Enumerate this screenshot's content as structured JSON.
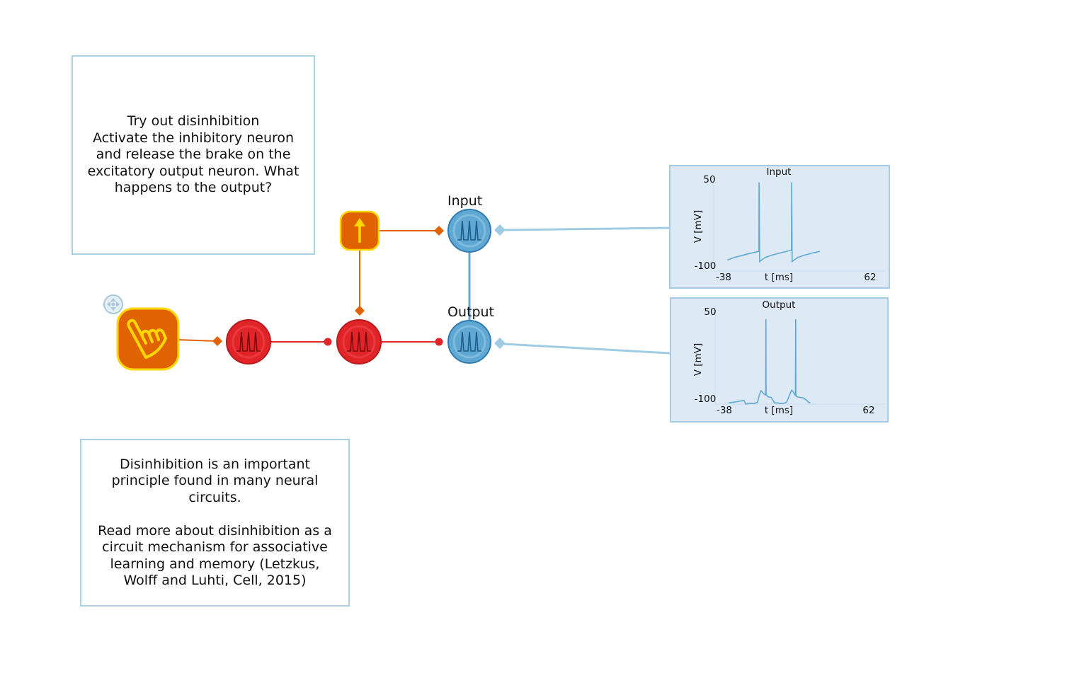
{
  "notes": {
    "top": "Try out disinhibition\nActivate the inhibitory neuron and release the brake on the excitatory output neuron. What happens to the output?",
    "bottom": "Disinhibition is an important principle found in many neural circuits.\n\nRead more about disinhibition as a circuit mechanism for associative learning and memory (Letzkus, Wolff and Luhti, Cell, 2015)"
  },
  "nodes": {
    "input_label": "Input",
    "output_label": "Output",
    "touch_icon": "pointing-hand-icon",
    "dc_icon": "up-arrow-icon",
    "move_icon": "move-handle-icon"
  },
  "colors": {
    "excitatory": "#5fa8d3",
    "inhibitory": "#e02428",
    "stimulus": "#e06200",
    "stimulus_border": "#ffd700",
    "plot_bg": "#ddeaf6",
    "trace": "#5fa8d3"
  },
  "chart_data": [
    {
      "type": "line",
      "title": "Input",
      "xlabel": "t [ms]",
      "ylabel": "V [mV]",
      "xlim": [
        -38,
        62
      ],
      "ylim": [
        -100,
        50
      ],
      "x_tick_labels": [
        "-38",
        "62"
      ],
      "y_tick_labels": [
        "50",
        "-100"
      ],
      "grid": false,
      "series": [
        {
          "x": [
            -30,
            -26,
            -22,
            -18,
            -15,
            -12,
            -11.6,
            -11.5,
            -11.2,
            -11,
            -8,
            -4,
            0,
            3,
            6,
            7.4,
            7.5,
            7.8,
            8,
            11,
            15,
            19,
            22,
            24
          ],
          "y": [
            -82,
            -78,
            -75,
            -72,
            -70,
            -68,
            -68,
            44,
            -85,
            -84,
            -78,
            -74,
            -71,
            -69,
            -67,
            -66,
            44,
            -85,
            -84,
            -78,
            -74,
            -71,
            -69,
            -68
          ]
        }
      ]
    },
    {
      "type": "line",
      "title": "Output",
      "xlabel": "t [ms]",
      "ylabel": "V [mV]",
      "xlim": [
        -38,
        62
      ],
      "ylim": [
        -100,
        50
      ],
      "x_tick_labels": [
        "-38",
        "62"
      ],
      "y_tick_labels": [
        "50",
        "-100"
      ],
      "grid": false,
      "series": [
        {
          "x": [
            -30,
            -25,
            -21,
            -20,
            -18,
            -15,
            -13,
            -12,
            -11,
            -10,
            -9,
            -8.2,
            -8.1,
            -8,
            -7,
            -5,
            -3,
            -1,
            0,
            2,
            4,
            6,
            7,
            8,
            9,
            9.3,
            9.4,
            9.5,
            10,
            12,
            14,
            16,
            17,
            18
          ],
          "y": [
            -98,
            -96,
            -94,
            -100,
            -99,
            -99,
            -97,
            -85,
            -78,
            -81,
            -84,
            -85,
            38,
            -84,
            -88,
            -89,
            -98,
            -98,
            -99,
            -99,
            -97,
            -84,
            -77,
            -80,
            -85,
            -86,
            38,
            -84,
            -88,
            -89,
            -90,
            -94,
            -97,
            -98
          ]
        }
      ]
    }
  ]
}
